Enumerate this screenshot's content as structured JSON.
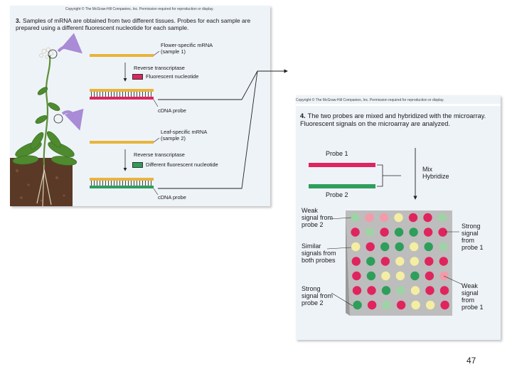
{
  "copyright": "Copyright © The McGraw-Hill Companies, Inc. Permission required for reproduction or display.",
  "step3": {
    "number": "3.",
    "text": "Samples of mRNA are obtained from two different tissues. Probes for each sample are prepared using a different fluorescent nucleotide for each sample.",
    "flower_mrna_line1": "Flower-specific mRNA",
    "flower_mrna_line2": "(sample 1)",
    "reverse_transcriptase_1": "Reverse transcriptase",
    "fluorescent_nucleotide": "Fluorescent nucleotide",
    "cdna_probe_1": "cDNA probe",
    "leaf_mrna_line1": "Leaf-specific mRNA",
    "leaf_mrna_line2": "(sample 2)",
    "reverse_transcriptase_2": "Reverse transcriptase",
    "different_fluorescent_nucleotide": "Different fluorescent nucleotide",
    "cdna_probe_2": "cDNA probe"
  },
  "step4": {
    "number": "4.",
    "text": "The two probes are mixed and hybridized with the microarray. Fluorescent signals on the microarray are analyzed.",
    "probe1": "Probe 1",
    "probe2": "Probe 2",
    "mix_line1": "Mix",
    "mix_line2": "Hybridize",
    "weak_probe2": [
      "Weak",
      "signal from",
      "probe 2"
    ],
    "similar_signals": [
      "Similar",
      "signals from",
      "both probes"
    ],
    "strong_probe2": [
      "Strong",
      "signal from",
      "probe 2"
    ],
    "strong_probe1": [
      "Strong",
      "signal",
      "from",
      "probe 1"
    ],
    "weak_probe1": [
      "Weak",
      "signal",
      "from",
      "probe 1"
    ]
  },
  "colors": {
    "mrna": "#e8b43a",
    "probe1": "#e0245e",
    "probe2": "#2e9e5b",
    "light_green": "#9fd3a5",
    "pink": "#f29bab",
    "yellow": "#f4eea2",
    "array_bg": "#c8c8c8"
  },
  "microarray": {
    "grid": [
      [
        "lg",
        "p",
        "pk",
        "y",
        "r",
        "r",
        "lg"
      ],
      [
        "r",
        "lg",
        "r",
        "g",
        "g",
        "r",
        "r"
      ],
      [
        "y",
        "r",
        "g",
        "g",
        "y",
        "g",
        "lg"
      ],
      [
        "r",
        "g",
        "r",
        "y",
        "y",
        "r",
        "r"
      ],
      [
        "r",
        "g",
        "y",
        "y",
        "g",
        "r",
        "pk"
      ],
      [
        "r",
        "r",
        "g",
        "lg",
        "y",
        "r",
        "r"
      ],
      [
        "g",
        "r",
        "lg",
        "r",
        "y",
        "y",
        "r"
      ]
    ]
  },
  "page_number": "47"
}
